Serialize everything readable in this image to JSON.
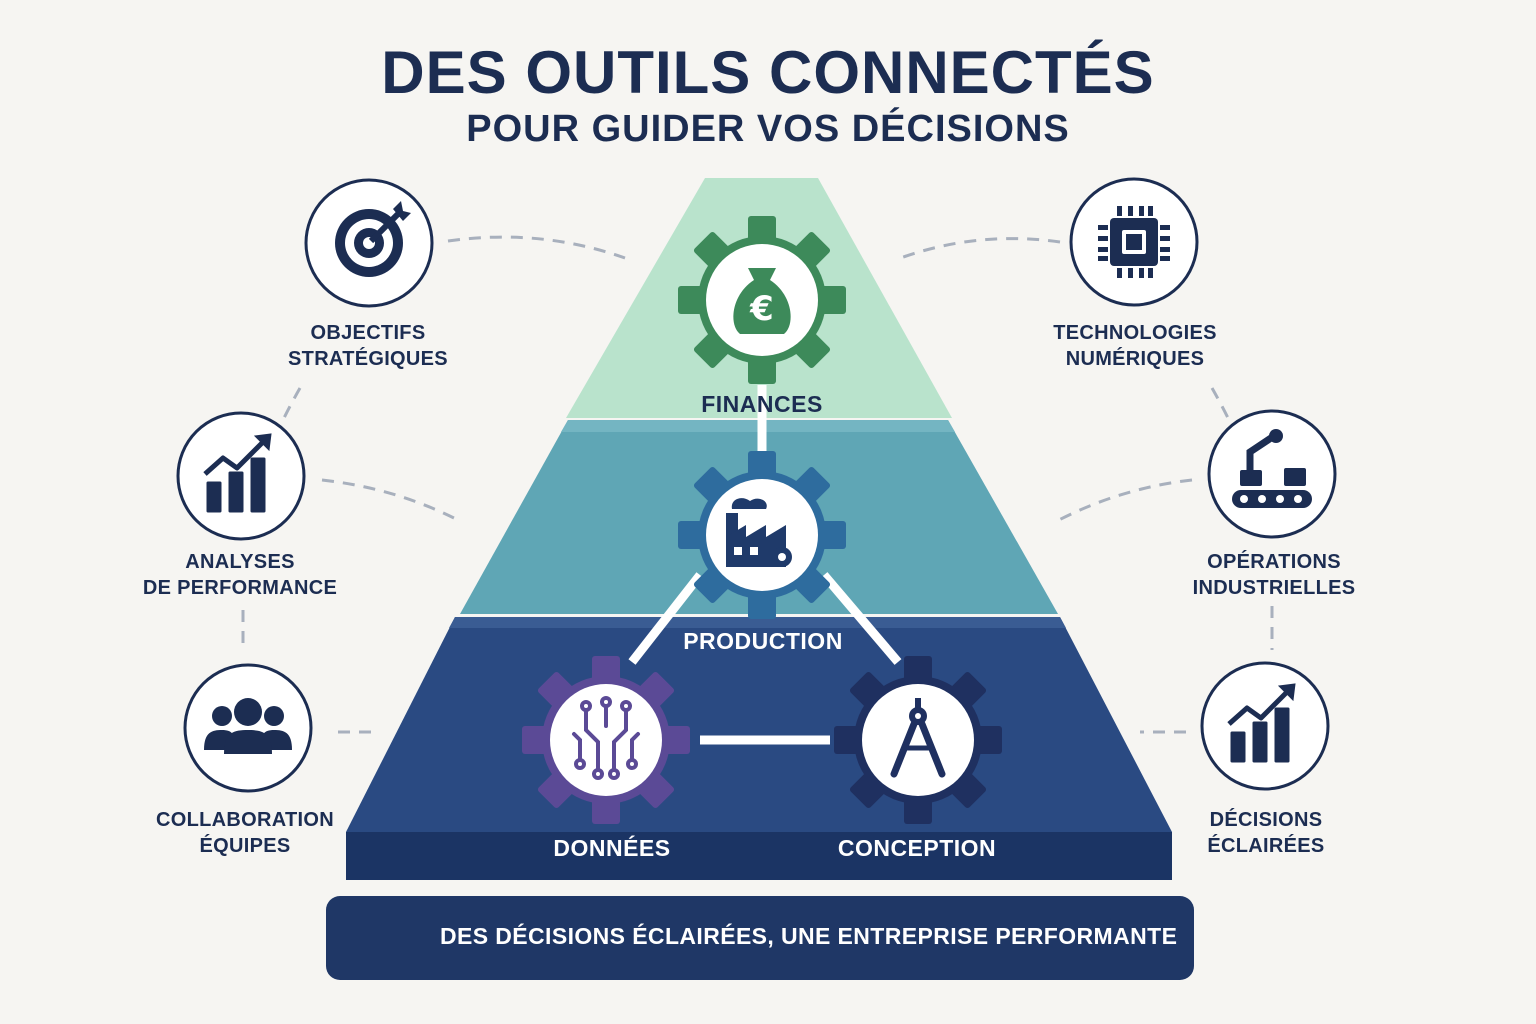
{
  "header": {
    "title": "DES OUTILS CONNECTÉS",
    "subtitle": "POUR GUIDER VOS DÉCISIONS"
  },
  "pyramid": {
    "top": {
      "label": "FINANCES",
      "icon": "money-bag-euro-icon",
      "color": "#3d8a5a"
    },
    "middle": {
      "label": "PRODUCTION",
      "icon": "factory-icon",
      "color": "#2e6c9e"
    },
    "bottom_left": {
      "label": "DONNÉES",
      "icon": "circuit-icon",
      "color": "#5b4a96"
    },
    "bottom_right": {
      "label": "CONCEPTION",
      "icon": "compass-icon",
      "color": "#1f3060"
    }
  },
  "left_items": [
    {
      "line1": "OBJECTIFS",
      "line2": "STRATÉGIQUES",
      "icon": "target-icon"
    },
    {
      "line1": "ANALYSES",
      "line2": "DE PERFORMANCE",
      "icon": "growth-chart-icon"
    },
    {
      "line1": "COLLABORATION",
      "line2": "ÉQUIPES",
      "icon": "team-icon"
    }
  ],
  "right_items": [
    {
      "line1": "TECHNOLOGIES",
      "line2": "NUMÉRIQUES",
      "icon": "chip-icon"
    },
    {
      "line1": "OPÉRATIONS",
      "line2": "INDUSTRIELLES",
      "icon": "robot-arm-conveyor-icon"
    },
    {
      "line1": "DÉCISIONS",
      "line2": "ÉCLAIRÉES",
      "icon": "growth-chart-icon"
    }
  ],
  "banner": {
    "text": "DES DÉCISIONS ÉCLAIRÉES, UNE ENTREPRISE PERFORMANTE",
    "icon": "lightbulb-icon"
  },
  "colors": {
    "navy": "#1c2d52",
    "tier_top": "#b9e3cc",
    "tier_middle": "#5fa6b5",
    "tier_bottom": "#2a4a82",
    "gear_green": "#3d8a5a",
    "gear_blue": "#2e6c9e",
    "gear_purple": "#5b4a96",
    "gear_navy": "#1f3060"
  }
}
